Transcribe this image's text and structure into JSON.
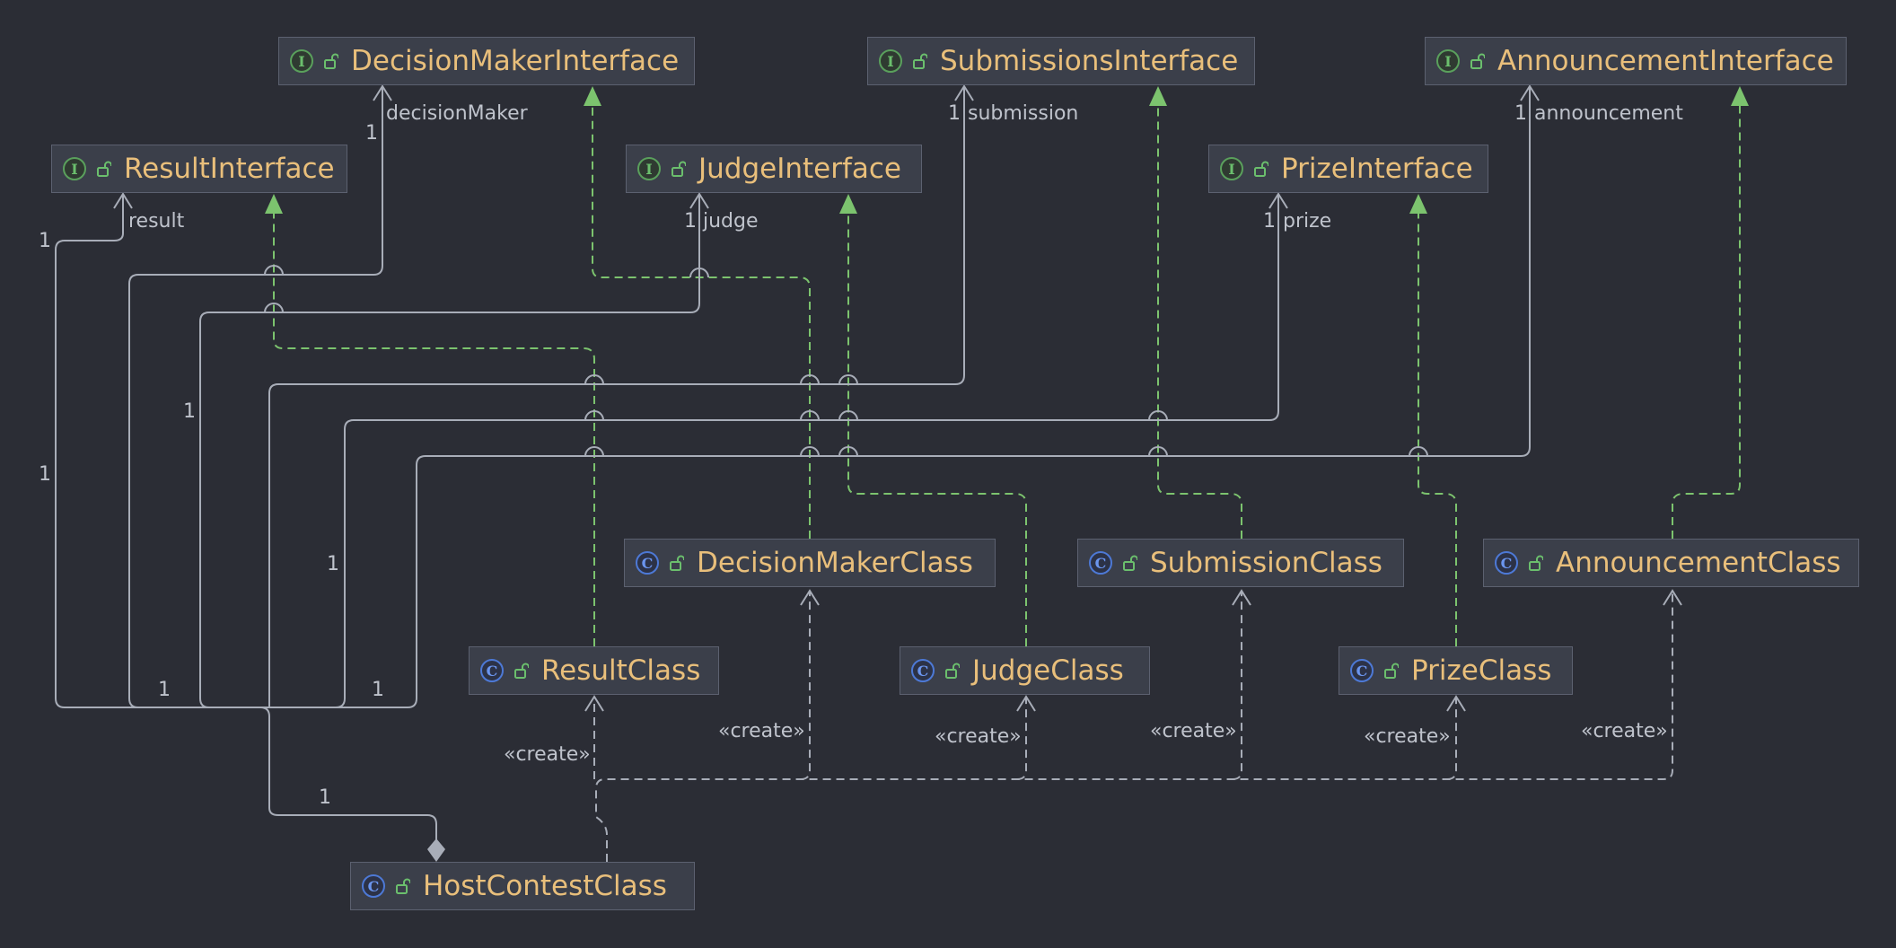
{
  "diagram": {
    "interfaces": {
      "decision_maker": "DecisionMakerInterface",
      "submissions": "SubmissionsInterface",
      "announcement": "AnnouncementInterface",
      "result": "ResultInterface",
      "judge": "JudgeInterface",
      "prize": "PrizeInterface"
    },
    "classes": {
      "decision_maker": "DecisionMakerClass",
      "submission": "SubmissionClass",
      "announcement": "AnnouncementClass",
      "result": "ResultClass",
      "judge": "JudgeClass",
      "prize": "PrizeClass",
      "host_contest": "HostContestClass"
    },
    "icons": {
      "interface_badge": "I",
      "class_badge": "C",
      "visibility": "open-lock-icon"
    },
    "associations": {
      "decision_maker_role": "decisionMaker",
      "submission_role": "submission",
      "announcement_role": "announcement",
      "result_role": "result",
      "judge_role": "judge",
      "prize_role": "prize",
      "multiplicity": "1",
      "create_stereotype": "«create»"
    },
    "colors": {
      "background": "#2b2d35",
      "node_fill": "#3b3f4a",
      "node_border": "#5c6170",
      "class_name": "#e9bf7b",
      "association_line": "#a8adb8",
      "realization_line": "#7cc36e",
      "dependency_line": "#a8adb8"
    }
  }
}
